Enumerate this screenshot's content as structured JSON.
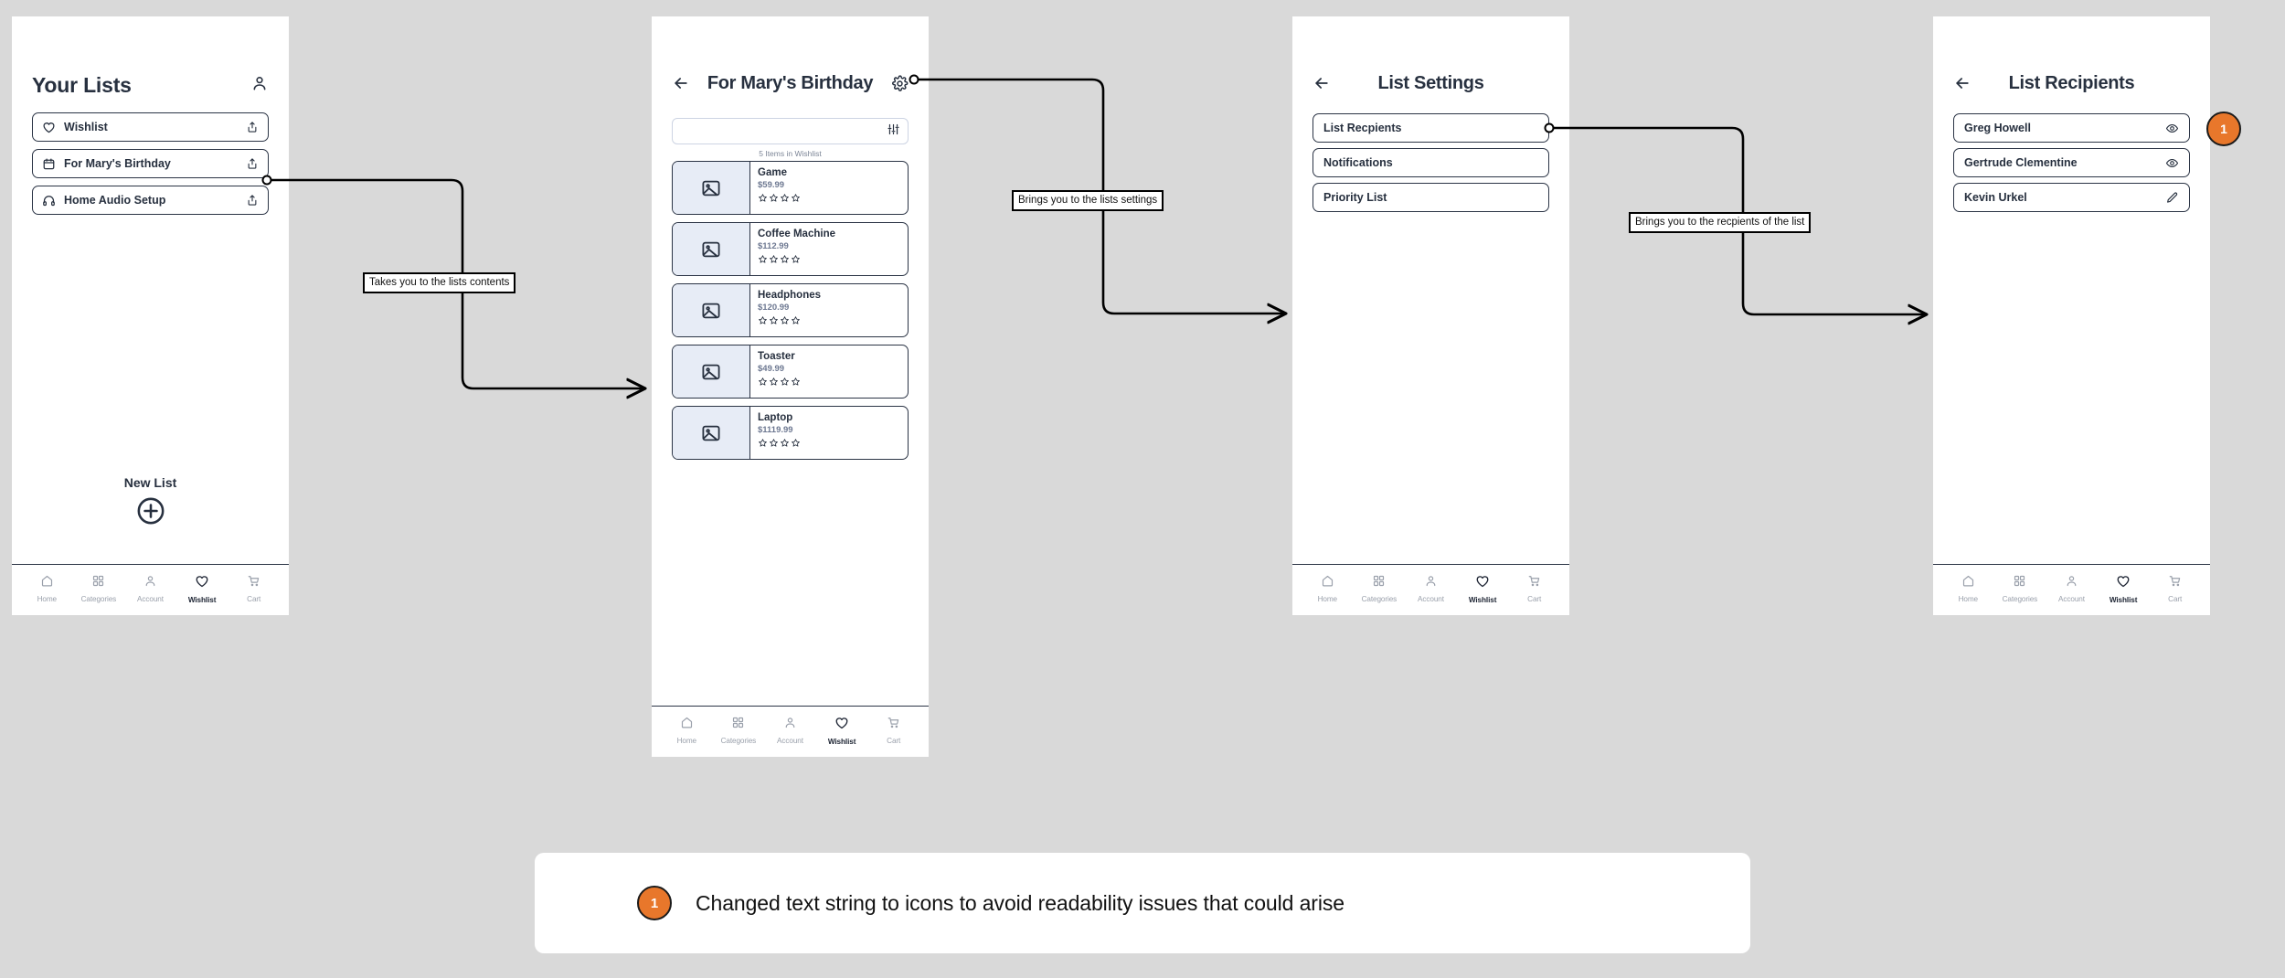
{
  "screens": {
    "lists": {
      "title": "Your Lists",
      "account_icon": "person-icon",
      "items": [
        {
          "label": "Wishlist",
          "icon": "heart-icon",
          "action_icon": "share-icon"
        },
        {
          "label": "For Mary's Birthday",
          "icon": "calendar-icon",
          "action_icon": "share-icon"
        },
        {
          "label": "Home Audio Setup",
          "icon": "headphones-icon",
          "action_icon": "share-icon"
        }
      ],
      "new_list_label": "New List",
      "new_list_icon": "plus-circle-icon"
    },
    "contents": {
      "back_icon": "arrow-left-icon",
      "title": "For Mary's Birthday",
      "settings_icon": "gear-icon",
      "search_placeholder": "",
      "search_value": "",
      "filter_icon": "filter-sliders-icon",
      "count_text": "5 Items in Wishlist",
      "products": [
        {
          "name": "Game",
          "price": "$59.99",
          "rating": 0,
          "thumb_icon": "image-placeholder-icon"
        },
        {
          "name": "Coffee Machine",
          "price": "$112.99",
          "rating": 0,
          "thumb_icon": "image-placeholder-icon"
        },
        {
          "name": "Headphones",
          "price": "$120.99",
          "rating": 0,
          "thumb_icon": "image-placeholder-icon"
        },
        {
          "name": "Toaster",
          "price": "$49.99",
          "rating": 0,
          "thumb_icon": "image-placeholder-icon"
        },
        {
          "name": "Laptop",
          "price": "$1119.99",
          "rating": 0,
          "thumb_icon": "image-placeholder-icon"
        }
      ]
    },
    "settings": {
      "back_icon": "arrow-left-icon",
      "title": "List Settings",
      "rows": [
        {
          "label": "List Recpients"
        },
        {
          "label": "Notifications"
        },
        {
          "label": "Priority List"
        }
      ]
    },
    "recipients": {
      "back_icon": "arrow-left-icon",
      "title": "List Recipients",
      "rows": [
        {
          "label": "Greg Howell",
          "action_icon": "eye-icon"
        },
        {
          "label": "Gertrude Clementine",
          "action_icon": "eye-icon"
        },
        {
          "label": "Kevin Urkel",
          "action_icon": "pencil-icon"
        }
      ],
      "badge": "1"
    }
  },
  "bottom_nav": {
    "items": [
      {
        "label": "Home",
        "icon": "home-icon",
        "active": false
      },
      {
        "label": "Categories",
        "icon": "grid-icon",
        "active": false
      },
      {
        "label": "Account",
        "icon": "person-icon",
        "active": false
      },
      {
        "label": "Wishlist",
        "icon": "heart-icon",
        "active": true
      },
      {
        "label": "Cart",
        "icon": "cart-icon",
        "active": false
      }
    ]
  },
  "callouts": {
    "flow1": "Takes you to the lists contents",
    "flow2": "Brings you to the lists settings",
    "flow3": "Brings you to the recpients of the list"
  },
  "note": {
    "badge": "1",
    "text": "Changed text string to icons to avoid readability issues that could arise"
  },
  "colors": {
    "canvas": "#d9d9d9",
    "ink": "#27303f",
    "stroke": "#2b3445",
    "muted": "#7d8697",
    "thumb": "#e7ecf6",
    "accent_orange": "#e8772b"
  }
}
